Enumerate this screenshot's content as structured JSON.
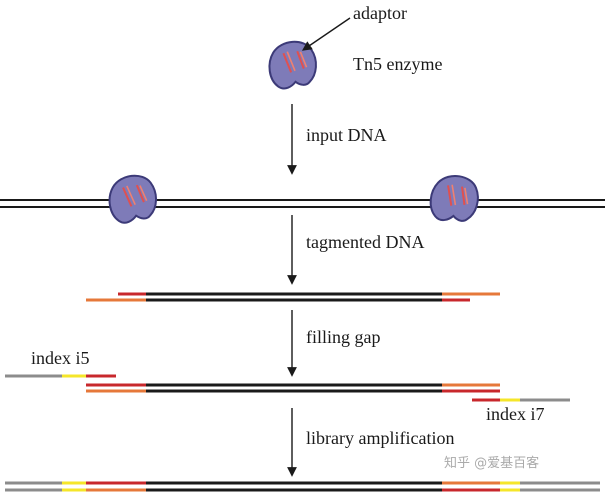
{
  "labels": {
    "adaptor": "adaptor",
    "tn5_enzyme": "Tn5 enzyme",
    "step1": "input DNA",
    "step2": "tagmented DNA",
    "step3": "filling gap",
    "index_i5": "index i5",
    "index_i7": "index i7",
    "step4": "library amplification"
  },
  "watermark": "知乎 @爱基百客",
  "colors": {
    "dna": "#1a1a1a",
    "adaptor_red": "#c8282c",
    "adaptor_orange": "#e6783a",
    "index_yellow": "#f5e62a",
    "primer_gray": "#8c8c8c",
    "enzyme_fill": "#7e7bb8",
    "enzyme_stroke": "#3c3a78",
    "watermark_text": "#aaaaaa"
  },
  "icons": {
    "enzyme": "tn5-enzyme-icon",
    "arrow": "down-arrow-icon"
  }
}
